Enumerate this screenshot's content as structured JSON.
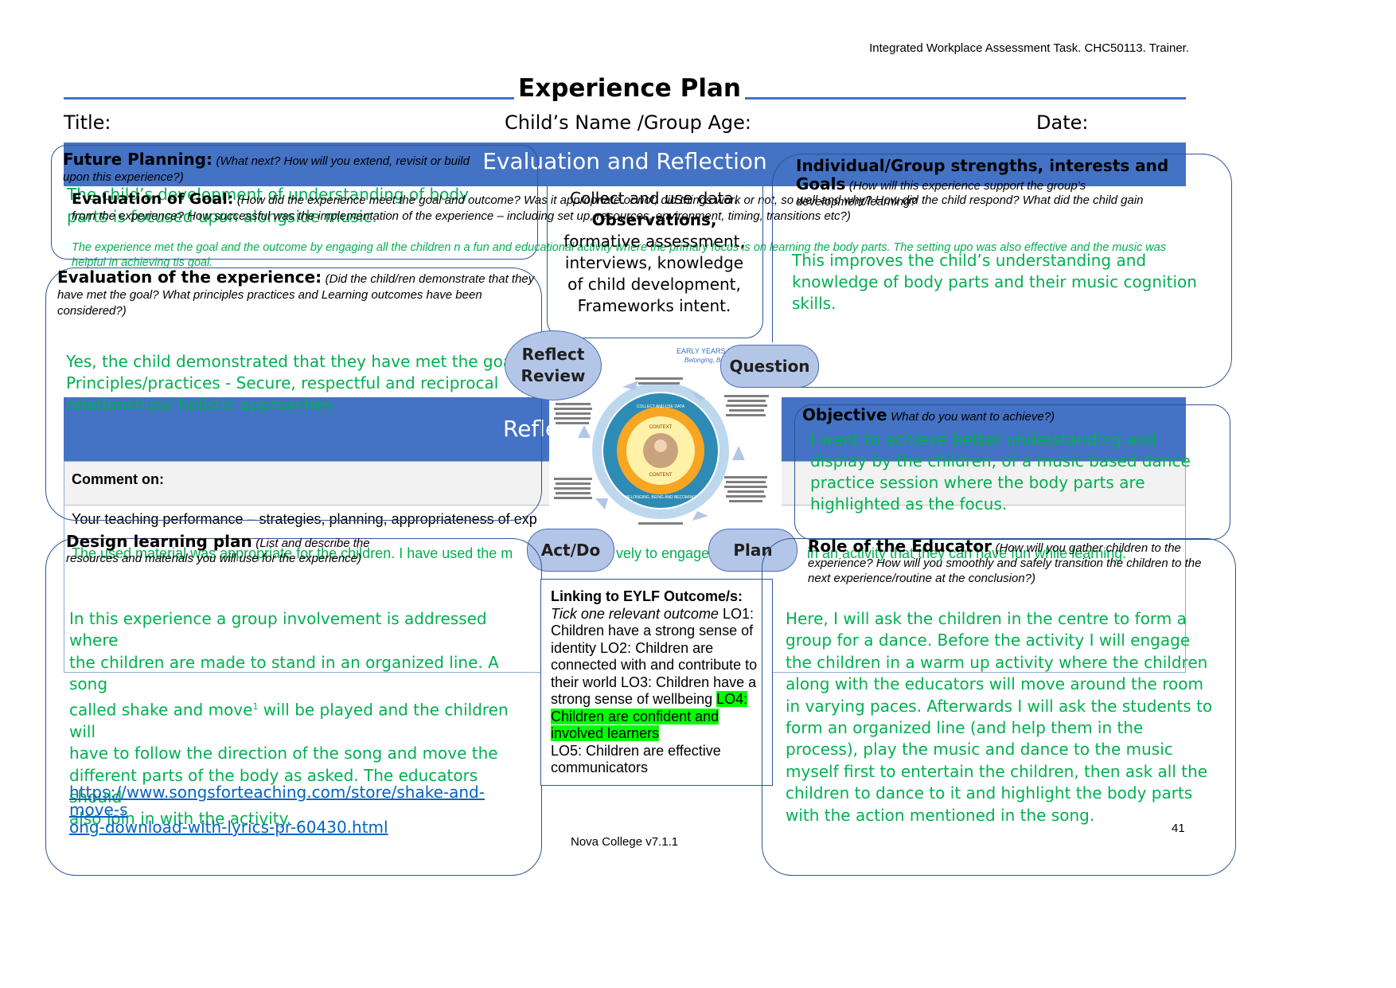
{
  "header": {
    "doc_ref": "Integrated Workplace Assessment Task. CHC50113. Trainer.",
    "page_title": "Experience Plan"
  },
  "meta": {
    "title_label": "Title:",
    "child_label": "Child’s Name /Group Age:",
    "date_label": "Date:"
  },
  "evaluation_bar": {
    "title": "Evaluation and Reflection"
  },
  "reflection_bar": {
    "title": "Refle"
  },
  "future_planning": {
    "label": "Future Planning:",
    "hint": "(What next? How will you extend, revisit or build upon this experience?)",
    "answer": "The child’s development of understanding of body parts is focused upon alongside music."
  },
  "evaluation_goal": {
    "label": "Evaluation of Goal:",
    "hint": "(How did the experience meet the goal and outcome? Was it appropriate or not, did things work or not, so well and why? How did the child respond? What did the child gain from the experience? How successful was the implementation of the experience – including set up, resources, environment, timing, transitions etc?)",
    "answer": "The experience met the goal and the outcome by engaging all the children n a fun and educational activity where the primary focus is on learning the body parts. The setting upo was also effective and the music was helpful in achieving tis goal."
  },
  "collect_data": {
    "line1": "Collect and use data.",
    "line2_bold": "Observations,",
    "line2_rest": " formative assessment, interviews, knowledge of child development, Frameworks intent."
  },
  "strengths": {
    "label": "Individual/Group strengths, interests and Goals",
    "hint": "(How will this experience support the group’s development/learning?",
    "answer": "This improves the child’s understanding and knowledge of body parts and their music cognition skills."
  },
  "evaluation_experience": {
    "label": "Evaluation of the experience:",
    "hint": "(Did the child/ren demonstrate that they have met the goal? What principles practices and Learning outcomes have been considered?)",
    "answer_line1": "Yes, the child demonstrated that they have met the goal.",
    "answer_line2": "Principles/practices - Secure, respectful and reciprocal",
    "answer_line3": "relationships/ holistic approaches."
  },
  "cycle": {
    "reflect": "Reflect Review",
    "question": "Question",
    "act": "Act/Do",
    "plan": "Plan",
    "diagram_title": "EARLY YEARS PLANNING CYCLE",
    "diagram_subtitle": "Belonging, Being and Becoming",
    "ring_text": "BELONGING, BEING AND BECOMING",
    "core_top": "CONTEXT",
    "core_bottom": "CONTENT",
    "outer_ring": "COLLECT AND USE DATA"
  },
  "objective": {
    "label": "Objective",
    "hint": "What do you want to achieve?)",
    "answer": "I want to achieve better understanding and display by the children, of a music based dance practice session where the body parts are highlighted as the focus."
  },
  "comment": {
    "label": "Comment on:",
    "text": "Your teaching performance – strategies, planning, appropriateness of exp",
    "answer_left": "The used material was appropriate for the children. I have used the m",
    "answer_mid": "vely to engage",
    "answer_right": "in an activity that they can have fun while learning."
  },
  "design_plan": {
    "label": "Design learning plan",
    "hint": "(List and describe the resources and materials you will use for the experience)",
    "answer_line1": "In this experience a group involvement is addressed where",
    "answer_line2": "the children are made to stand in an organized line. A song",
    "answer_line3a": "called shake and move",
    "answer_line3sup": "1",
    "answer_line3b": " will be played and the children will",
    "answer_line4": "have to follow the direction of the song and move the",
    "answer_line5": "different parts of the body as asked. The educators should",
    "answer_line6": "also join in with the activity.",
    "link_line1": "https://www.songsforteaching.com/store/shake-and-move-s",
    "link_line2": "ong-download-with-lyrics-pr-60430.html"
  },
  "eylf": {
    "label": "Linking to EYLF Outcome/s:",
    "hint": "Tick one relevant outcome",
    "lo1": " LO1: Children have a strong sense of identity",
    "lo2": " LO2: Children are connected with and contribute to their world",
    "lo3": " LO3: Children have a strong sense of wellbeing ",
    "lo4": "LO4: Children are confident and involved learners",
    "lo5": "LO5: Children are effective communicators",
    "highlight": "#00ff00"
  },
  "role": {
    "label": "Role of the Educator",
    "hint": "(How will you gather children to the experience? How will you smoothly and safely transition the children to the next experience/routine at the conclusion?)",
    "answer": "Here, I will ask the children in the centre to form a group for a dance. Before the activity I will engage the children in a  warm up activity where the children along with the educators will move around the room  in varying paces. Afterwards I will ask the students to form an organized line (and help them in the process), play the music and dance to the music myself first to entertain the children, then ask all the children to dance to it and highlight the body parts with the action mentioned in the song."
  },
  "footer": {
    "college": "Nova College v7.1.1",
    "page_number": "41"
  },
  "colors": {
    "accent": "#4472c4",
    "answer": "#00b050",
    "pill": "#b4c6e7",
    "link": "#0563c1"
  }
}
